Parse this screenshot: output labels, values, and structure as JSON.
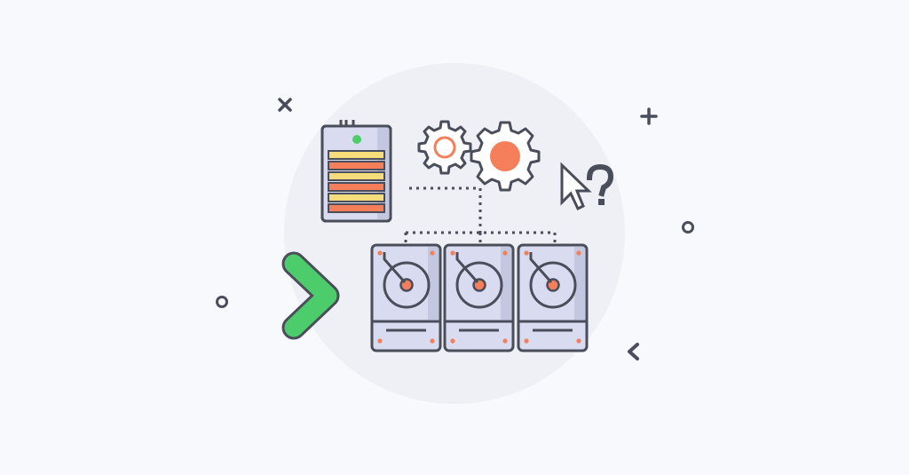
{
  "colors": {
    "background": "#f8f9fc",
    "circle": "#eef0f5",
    "outline": "#4a4e5a",
    "drive_body": "#d9dcf0",
    "drive_shade": "#c3c7e0",
    "accent_orange": "#f57f5b",
    "accent_yellow": "#f6dc7a",
    "accent_green": "#4ccc6a"
  },
  "icons": [
    "server-icon",
    "gear-small-icon",
    "gear-large-icon",
    "cursor-icon",
    "question-mark-icon",
    "hard-drive-icon",
    "hard-drive-icon",
    "hard-drive-icon",
    "chevron-right-icon",
    "chevron-left-icon",
    "plus-icon",
    "cross-icon",
    "ring-icon",
    "ring-icon"
  ],
  "drives": [
    {
      "name": "hard-drive-1"
    },
    {
      "name": "hard-drive-2"
    },
    {
      "name": "hard-drive-3"
    }
  ]
}
